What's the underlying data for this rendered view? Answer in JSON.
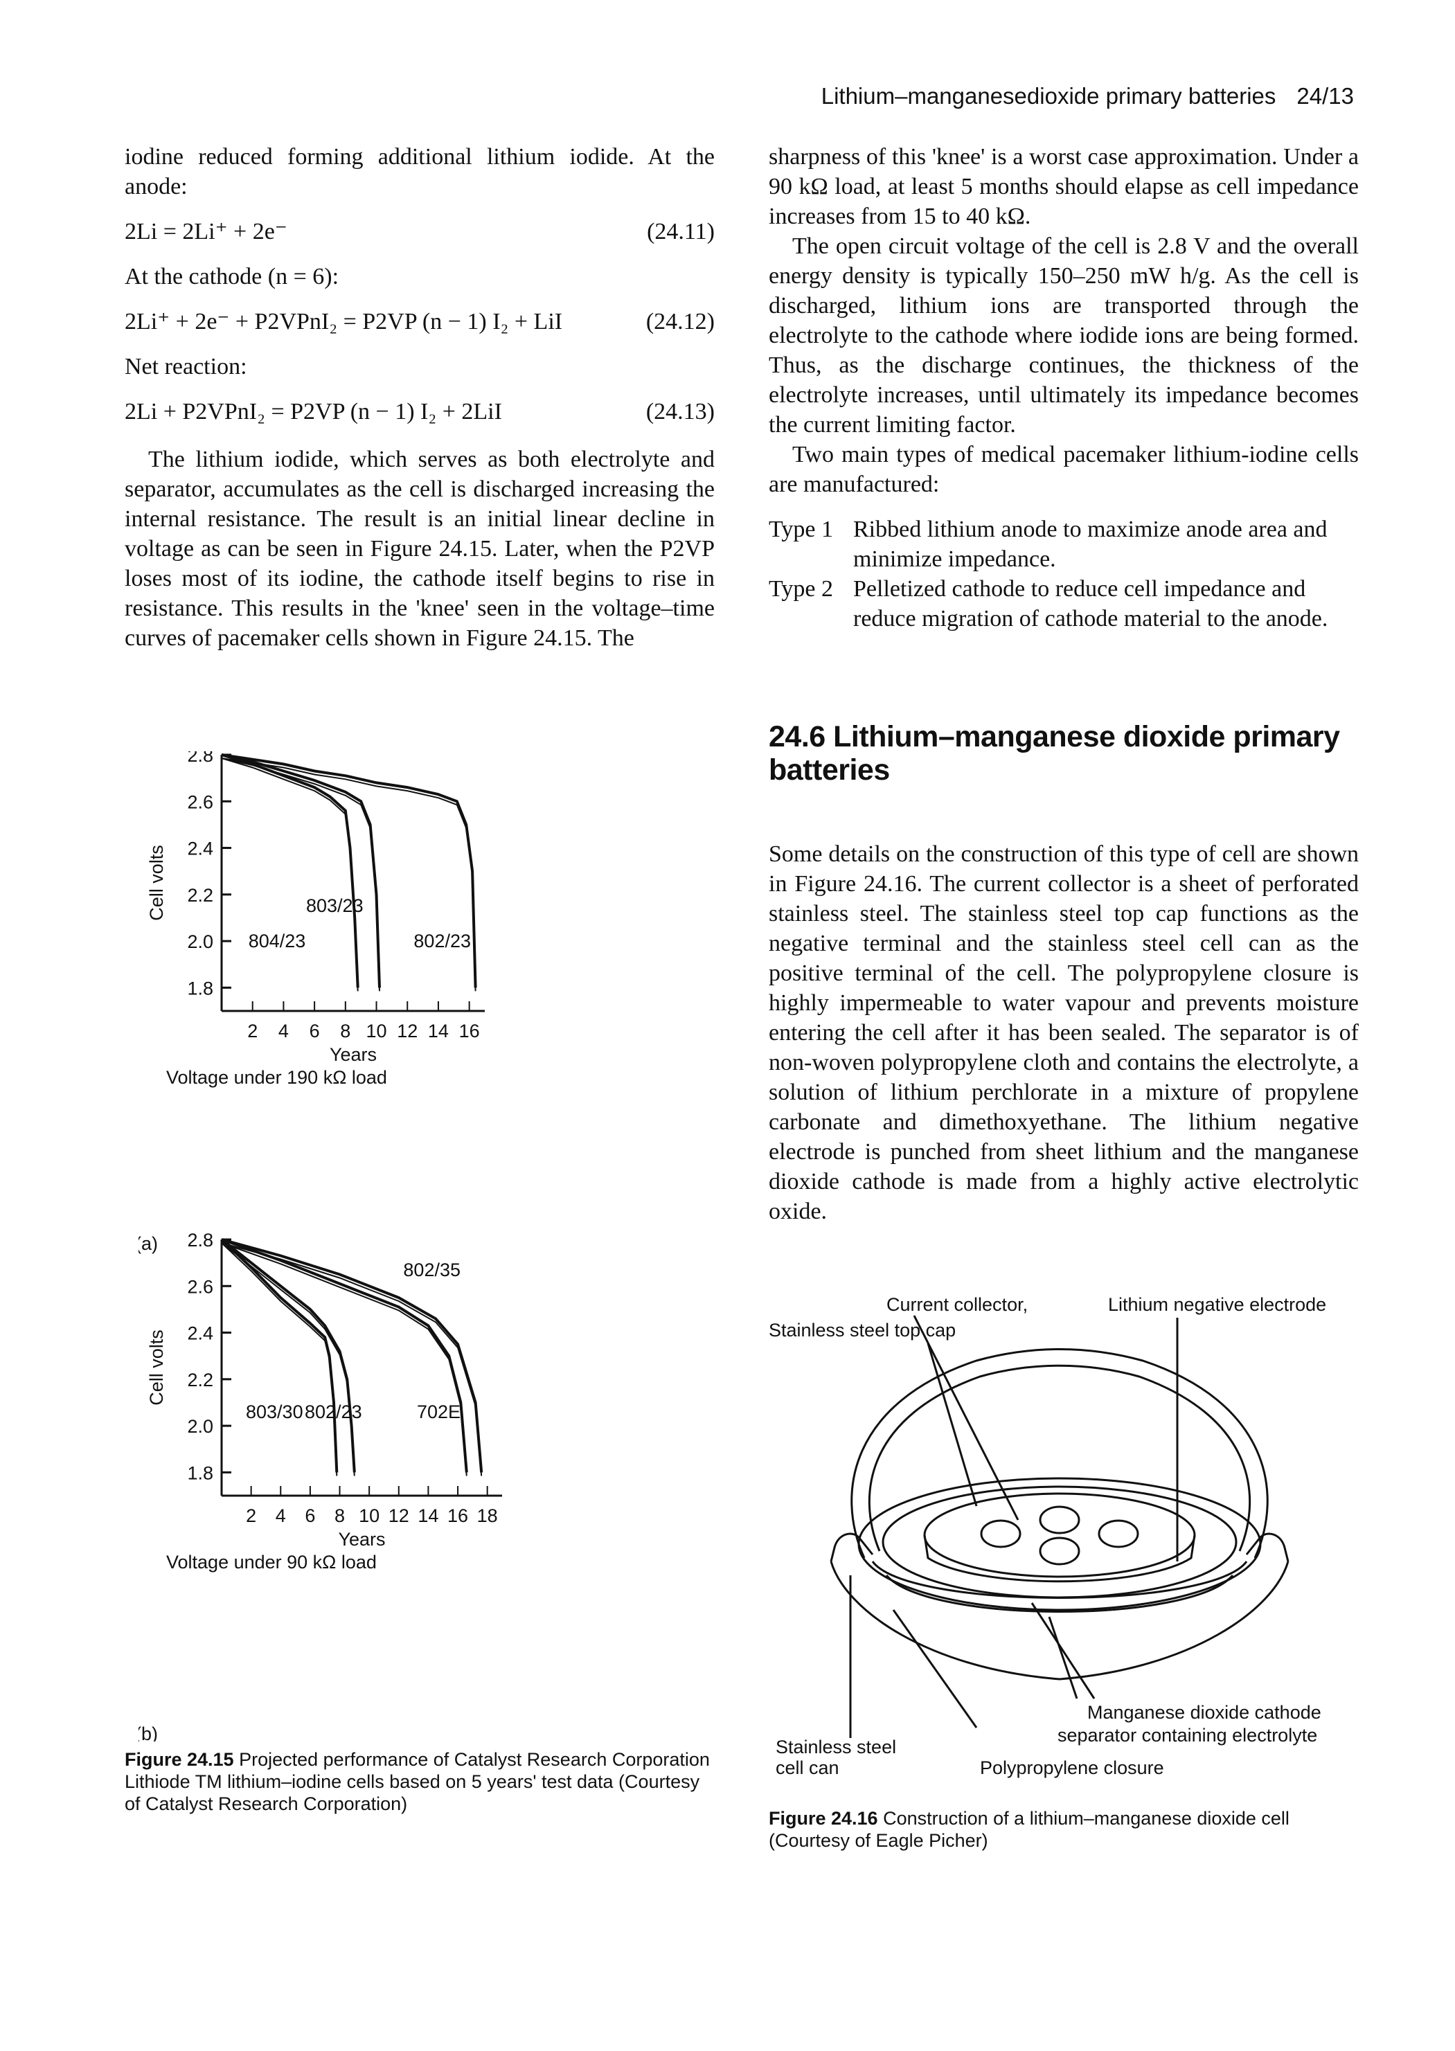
{
  "header": {
    "title": "Lithium–manganesedioxide primary batteries",
    "page": "24/13"
  },
  "left": {
    "p1": "iodine reduced forming additional lithium iodide. At the anode:",
    "eq1": {
      "text": "2Li = 2Li⁺ + 2e⁻",
      "num": "(24.11)"
    },
    "cathode_label": "At the cathode (n = 6):",
    "eq2": {
      "text": "2Li⁺ + 2e⁻ + P2VPnI₂ = P2VP (n − 1) I₂ + LiI",
      "num": "(24.12)"
    },
    "net_label": "Net reaction:",
    "eq3": {
      "text": "2Li + P2VPnI₂ = P2VP (n − 1) I₂ + 2LiI",
      "num": "(24.13)"
    },
    "p2": "The lithium iodide, which serves as both electrolyte and separator, accumulates as the cell is discharged increasing the internal resistance. The result is an initial linear decline in voltage as can be seen in Figure 24.15. Later, when the P2VP loses most of its iodine, the cathode itself begins to rise in resistance. This results in the 'knee' seen in the voltage–time curves of pacemaker cells shown in Figure 24.15. The"
  },
  "right": {
    "p1": "sharpness of this 'knee' is a worst case approximation. Under a 90 kΩ load, at least 5 months should elapse as cell impedance increases from 15 to 40 kΩ.",
    "p2": "The open circuit voltage of the cell is 2.8 V and the overall energy density is typically 150–250 mW h/g. As the cell is discharged, lithium ions are transported through the electrolyte to the cathode where iodide ions are being formed. Thus, as the discharge continues, the thickness of the electrolyte increases, until ultimately its impedance becomes the current limiting factor.",
    "p3": "Two main types of medical pacemaker lithium-iodine cells are manufactured:",
    "types": [
      {
        "label": "Type 1",
        "text": "Ribbed lithium anode to maximize anode area and minimize impedance."
      },
      {
        "label": "Type 2",
        "text": "Pelletized cathode to reduce cell impedance and reduce migration of cathode material to the anode."
      }
    ],
    "section_heading": "24.6 Lithium–manganese dioxide primary batteries",
    "section_para": "Some details on the construction of this type of cell are shown in Figure 24.16. The current collector is a sheet of perforated stainless steel. The stainless steel top cap functions as the negative terminal and the stainless steel cell can as the positive terminal of the cell. The polypropylene closure is highly impermeable to water vapour and prevents moisture entering the cell after it has been sealed. The separator is of non-woven polypropylene cloth and contains the electrolyte, a solution of lithium perchlorate in a mixture of propylene carbonate and dimethoxyethane. The lithium negative electrode is punched from sheet lithium and the manganese dioxide cathode is made from a highly active electrolytic oxide."
  },
  "chart_data": [
    {
      "type": "line",
      "panel": "(a)",
      "title": "Voltage under 190 kΩ load",
      "xlabel": "Years",
      "ylabel": "Cell volts",
      "xticks": [
        "2",
        "4",
        "6",
        "8",
        "10",
        "12",
        "14",
        "16"
      ],
      "yticks": [
        "2.8",
        "2.6",
        "2.4",
        "2.2",
        "2.0",
        "1.8"
      ],
      "xlim": [
        0,
        17
      ],
      "ylim": [
        1.7,
        2.8
      ],
      "grid": false,
      "series": [
        {
          "name": "804/23",
          "x": [
            0,
            2,
            4,
            6,
            7,
            8,
            8.3,
            8.6,
            8.8
          ],
          "y": [
            2.8,
            2.76,
            2.71,
            2.66,
            2.62,
            2.56,
            2.4,
            2.1,
            1.8
          ]
        },
        {
          "name": "803/23",
          "x": [
            0,
            2,
            4,
            6,
            8,
            9,
            9.6,
            10,
            10.2
          ],
          "y": [
            2.8,
            2.77,
            2.73,
            2.69,
            2.64,
            2.6,
            2.5,
            2.2,
            1.8
          ]
        },
        {
          "name": "802/23",
          "x": [
            0,
            2,
            4,
            6,
            8,
            10,
            12,
            14,
            15.2,
            15.8,
            16.2,
            16.4
          ],
          "y": [
            2.8,
            2.78,
            2.76,
            2.73,
            2.71,
            2.68,
            2.66,
            2.63,
            2.6,
            2.5,
            2.3,
            1.8
          ]
        }
      ]
    },
    {
      "type": "line",
      "panel": "(b)",
      "title": "Voltage under 90 kΩ load",
      "xlabel": "Years",
      "ylabel": "Cell volts",
      "xticks": [
        "2",
        "4",
        "6",
        "8",
        "10",
        "12",
        "14",
        "16",
        "18"
      ],
      "yticks": [
        "2.8",
        "2.6",
        "2.4",
        "2.2",
        "2.0",
        "1.8"
      ],
      "xlim": [
        0,
        19
      ],
      "ylim": [
        1.7,
        2.8
      ],
      "grid": false,
      "series": [
        {
          "name": "803/30",
          "x": [
            0,
            2,
            4,
            6,
            7,
            7.3,
            7.6,
            7.8
          ],
          "y": [
            2.8,
            2.68,
            2.55,
            2.44,
            2.38,
            2.3,
            2.1,
            1.8
          ]
        },
        {
          "name": "802/23",
          "x": [
            0,
            2,
            4,
            6,
            7,
            8,
            8.5,
            8.8,
            9.0
          ],
          "y": [
            2.8,
            2.7,
            2.6,
            2.5,
            2.43,
            2.32,
            2.2,
            2.0,
            1.8
          ]
        },
        {
          "name": "702E",
          "x": [
            0,
            4,
            8,
            12,
            14,
            15.4,
            16.2,
            16.6
          ],
          "y": [
            2.8,
            2.71,
            2.61,
            2.51,
            2.43,
            2.3,
            2.1,
            1.8
          ]
        },
        {
          "name": "802/35",
          "x": [
            0,
            4,
            8,
            12,
            14.5,
            16,
            17.2,
            17.6
          ],
          "y": [
            2.8,
            2.73,
            2.65,
            2.55,
            2.46,
            2.35,
            2.1,
            1.8
          ]
        }
      ]
    }
  ],
  "figure1": {
    "panel_a_label": "(a)",
    "panel_b_label": "(b)",
    "caption_label": "Figure 24.15",
    "caption_text": "Projected performance of Catalyst Research Corporation Lithiode TM lithium–iodine cells based on 5 years' test data (Courtesy of Catalyst Research Corporation)"
  },
  "figure2": {
    "labels": {
      "current_collector": "Current collector,",
      "top_cap": "Stainless steel top cap",
      "negative_electrode": "Lithium negative electrode",
      "cathode": "Manganese dioxide cathode",
      "separator": "separator containing electrolyte",
      "cell_can_1": "Stainless steel",
      "cell_can_2": "cell can",
      "closure": "Polypropylene closure"
    },
    "caption_label": "Figure 24.16",
    "caption_text": "Construction of a lithium–manganese dioxide cell (Courtesy of Eagle Picher)"
  }
}
